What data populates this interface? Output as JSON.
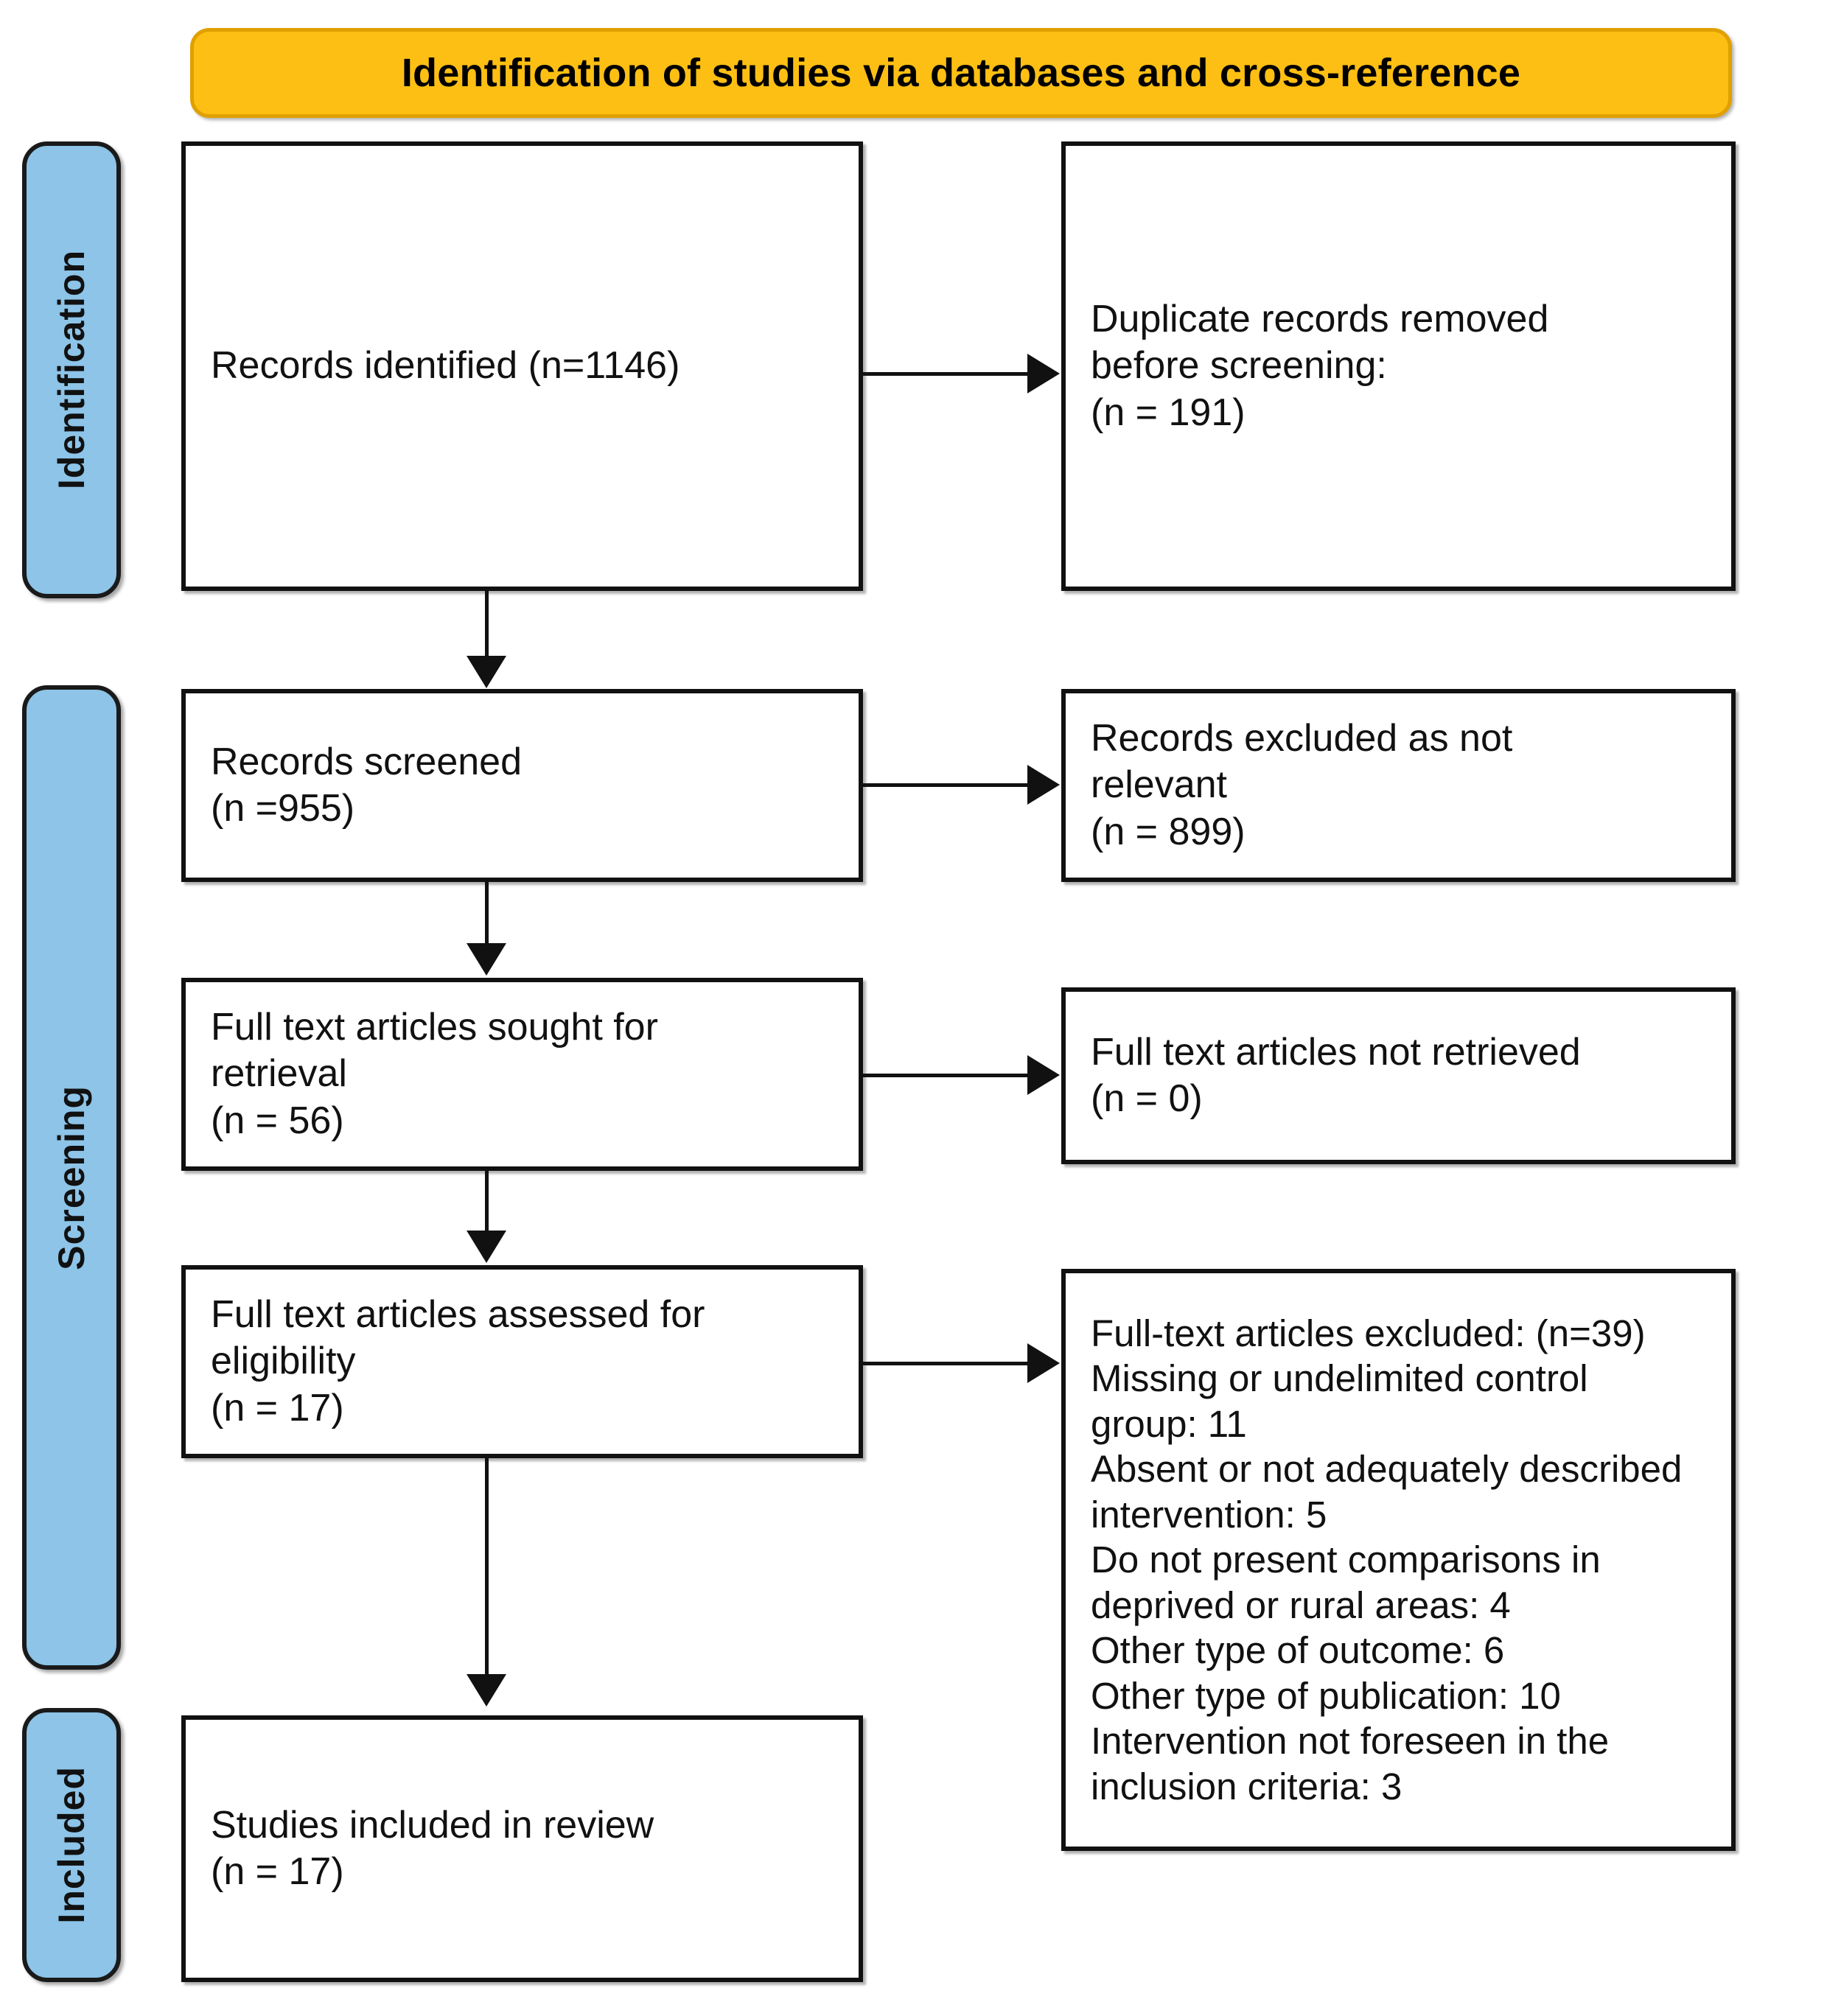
{
  "banner": {
    "title": "Identification of studies via databases and cross-reference",
    "fill_color": "#FDBF13",
    "border_color": "#E0A000",
    "text_color": "#000000"
  },
  "stages": [
    {
      "label": "Identification",
      "fill_color": "#8DC4E8"
    },
    {
      "label": "Screening",
      "fill_color": "#8DC4E8"
    },
    {
      "label": "Included",
      "fill_color": "#8DC4E8"
    }
  ],
  "boxes": {
    "records_identified": {
      "lines": [
        "Records identified (n=1146)"
      ]
    },
    "duplicates_removed": {
      "lines": [
        "Duplicate records removed",
        "before screening:",
        "(n = 191)"
      ]
    },
    "records_screened": {
      "lines": [
        "Records screened",
        "(n =955)"
      ]
    },
    "records_excluded": {
      "lines": [
        "Records excluded as not",
        "relevant",
        "(n = 899)"
      ]
    },
    "fulltext_sought": {
      "lines": [
        "Full text articles sought for",
        "retrieval",
        "(n = 56)"
      ]
    },
    "fulltext_not_retrieved": {
      "lines": [
        "Full text articles not retrieved",
        "(n = 0)"
      ]
    },
    "fulltext_assessed": {
      "lines": [
        "Full text articles assessed for",
        "eligibility",
        "(n = 17)"
      ]
    },
    "fulltext_excluded": {
      "lines": [
        "Full-text articles excluded: (n=39)",
        "Missing or undelimited control",
        "group: 11",
        "Absent or not adequately described",
        "intervention: 5",
        "Do not present comparisons in",
        "deprived or rural areas: 4",
        "Other type of outcome: 6",
        "Other type of publication: 10",
        "Intervention not foreseen in the",
        "inclusion criteria: 3"
      ]
    },
    "studies_included": {
      "lines": [
        "Studies included in review",
        "(n = 17)"
      ]
    }
  },
  "chart_data": {
    "type": "diagram",
    "title": "Identification of studies via databases and cross-reference",
    "diagram_kind": "PRISMA flow diagram",
    "stages": [
      "Identification",
      "Screening",
      "Included"
    ],
    "nodes": [
      {
        "id": "records_identified",
        "stage": "Identification",
        "label": "Records identified",
        "n": 1146
      },
      {
        "id": "duplicates_removed",
        "stage": "Identification",
        "label": "Duplicate records removed before screening",
        "n": 191
      },
      {
        "id": "records_screened",
        "stage": "Screening",
        "label": "Records screened",
        "n": 955
      },
      {
        "id": "records_excluded",
        "stage": "Screening",
        "label": "Records excluded as not relevant",
        "n": 899
      },
      {
        "id": "fulltext_sought",
        "stage": "Screening",
        "label": "Full text articles sought for retrieval",
        "n": 56
      },
      {
        "id": "fulltext_not_retrieved",
        "stage": "Screening",
        "label": "Full text articles not retrieved",
        "n": 0
      },
      {
        "id": "fulltext_assessed",
        "stage": "Screening",
        "label": "Full text articles assessed for eligibility",
        "n": 17
      },
      {
        "id": "fulltext_excluded",
        "stage": "Screening",
        "label": "Full-text articles excluded",
        "n": 39
      },
      {
        "id": "studies_included",
        "stage": "Included",
        "label": "Studies included in review",
        "n": 17
      }
    ],
    "exclusion_reasons": [
      {
        "reason": "Missing or undelimited control group",
        "count": 11
      },
      {
        "reason": "Absent or not adequately described intervention",
        "count": 5
      },
      {
        "reason": "Do not present comparisons in deprived or rural areas",
        "count": 4
      },
      {
        "reason": "Other type of outcome",
        "count": 6
      },
      {
        "reason": "Other type of publication",
        "count": 10
      },
      {
        "reason": "Intervention not foreseen in the inclusion criteria",
        "count": 3
      }
    ],
    "edges": [
      {
        "from": "records_identified",
        "to": "duplicates_removed",
        "direction": "right"
      },
      {
        "from": "records_identified",
        "to": "records_screened",
        "direction": "down"
      },
      {
        "from": "records_screened",
        "to": "records_excluded",
        "direction": "right"
      },
      {
        "from": "records_screened",
        "to": "fulltext_sought",
        "direction": "down"
      },
      {
        "from": "fulltext_sought",
        "to": "fulltext_not_retrieved",
        "direction": "right"
      },
      {
        "from": "fulltext_sought",
        "to": "fulltext_assessed",
        "direction": "down"
      },
      {
        "from": "fulltext_assessed",
        "to": "fulltext_excluded",
        "direction": "right"
      },
      {
        "from": "fulltext_assessed",
        "to": "studies_included",
        "direction": "down"
      }
    ]
  }
}
